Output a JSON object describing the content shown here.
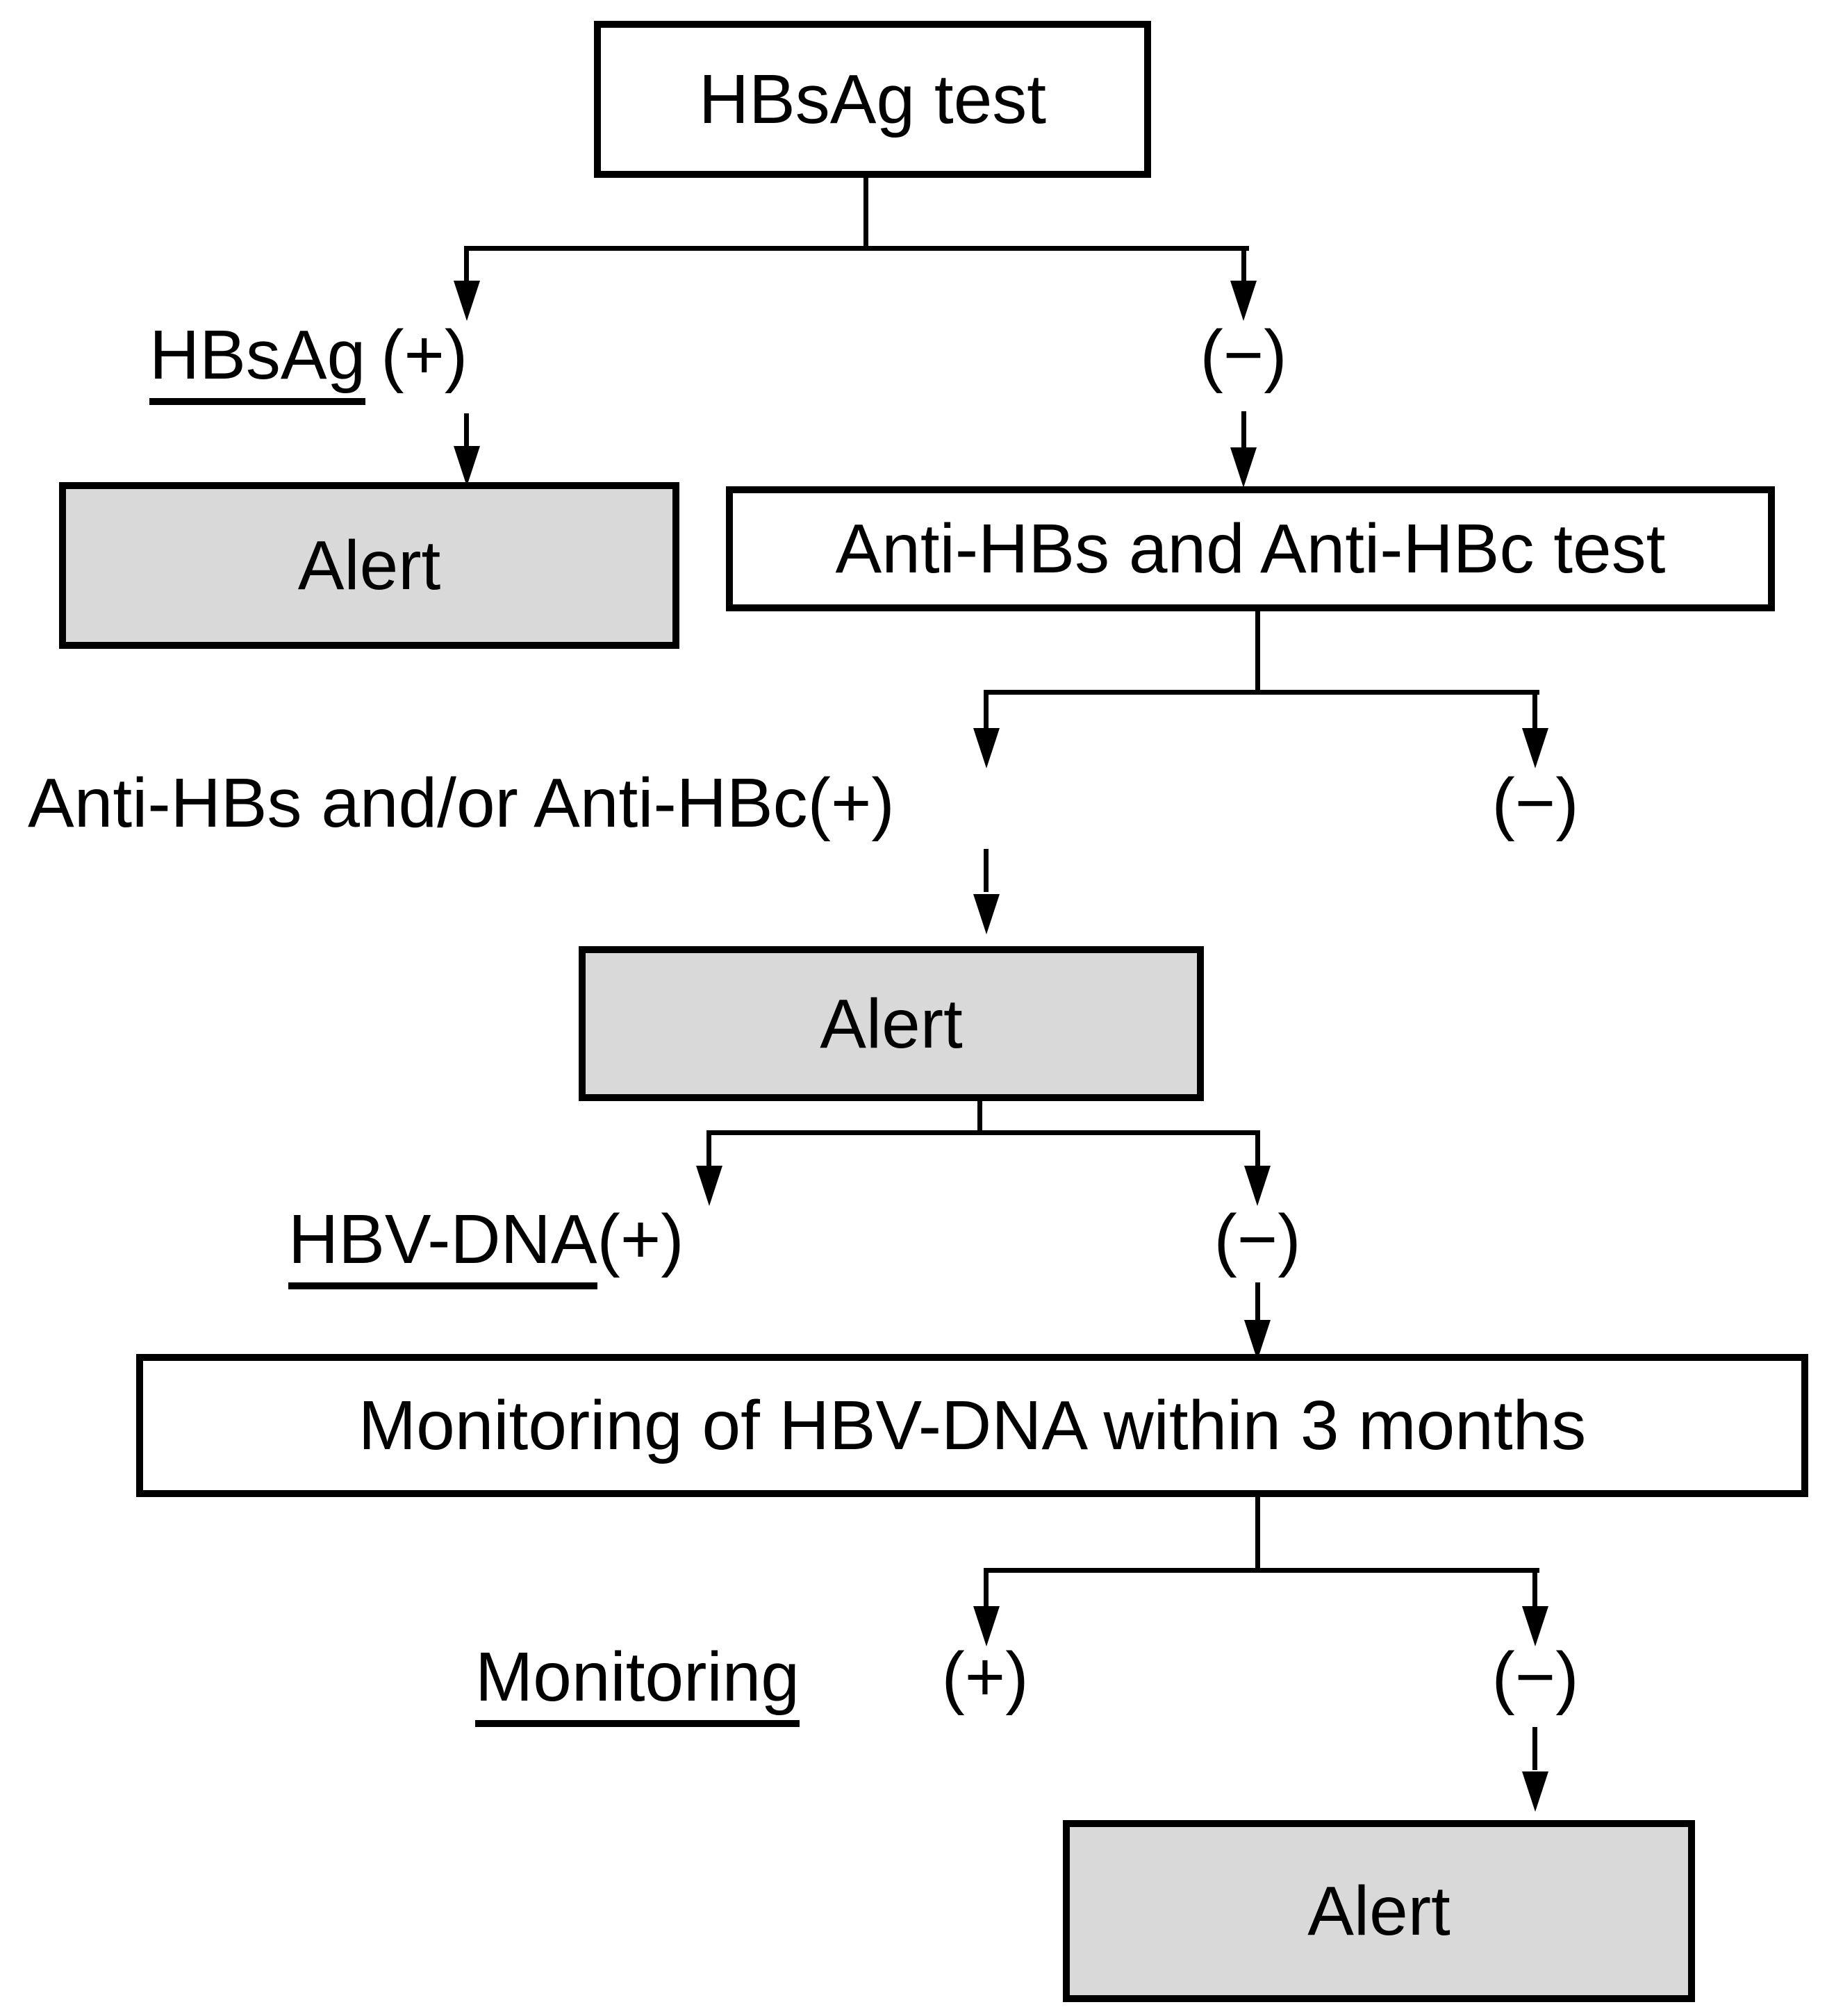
{
  "flowchart": {
    "nodes": {
      "hbsag_test": {
        "label": "HBsAg test"
      },
      "alert_1": {
        "label": "Alert"
      },
      "anti_hbs_hbc_test": {
        "label": "Anti-HBs and Anti-HBc test"
      },
      "alert_2": {
        "label": "Alert"
      },
      "monitoring_hbv_dna": {
        "label": "Monitoring of HBV-DNA within 3 months"
      },
      "alert_3": {
        "label": "Alert"
      }
    },
    "branch_labels": {
      "hbsag_positive": {
        "term": "HBsAg",
        "result": "(+)"
      },
      "hbsag_negative": "(−)",
      "anti_positive": "Anti-HBs and/or Anti-HBc(+)",
      "anti_negative": "(−)",
      "hbv_dna_positive": {
        "term": "HBV-DNA",
        "result": "(+)"
      },
      "hbv_dna_negative": "(−)",
      "monitoring_positive": {
        "term": "Monitoring",
        "result": "(+)"
      },
      "monitoring_negative": "(−)"
    },
    "colors": {
      "alert_fill": "#d9d9d9",
      "process_fill": "#ffffff",
      "line": "#000000",
      "background": "#ffffff"
    }
  }
}
